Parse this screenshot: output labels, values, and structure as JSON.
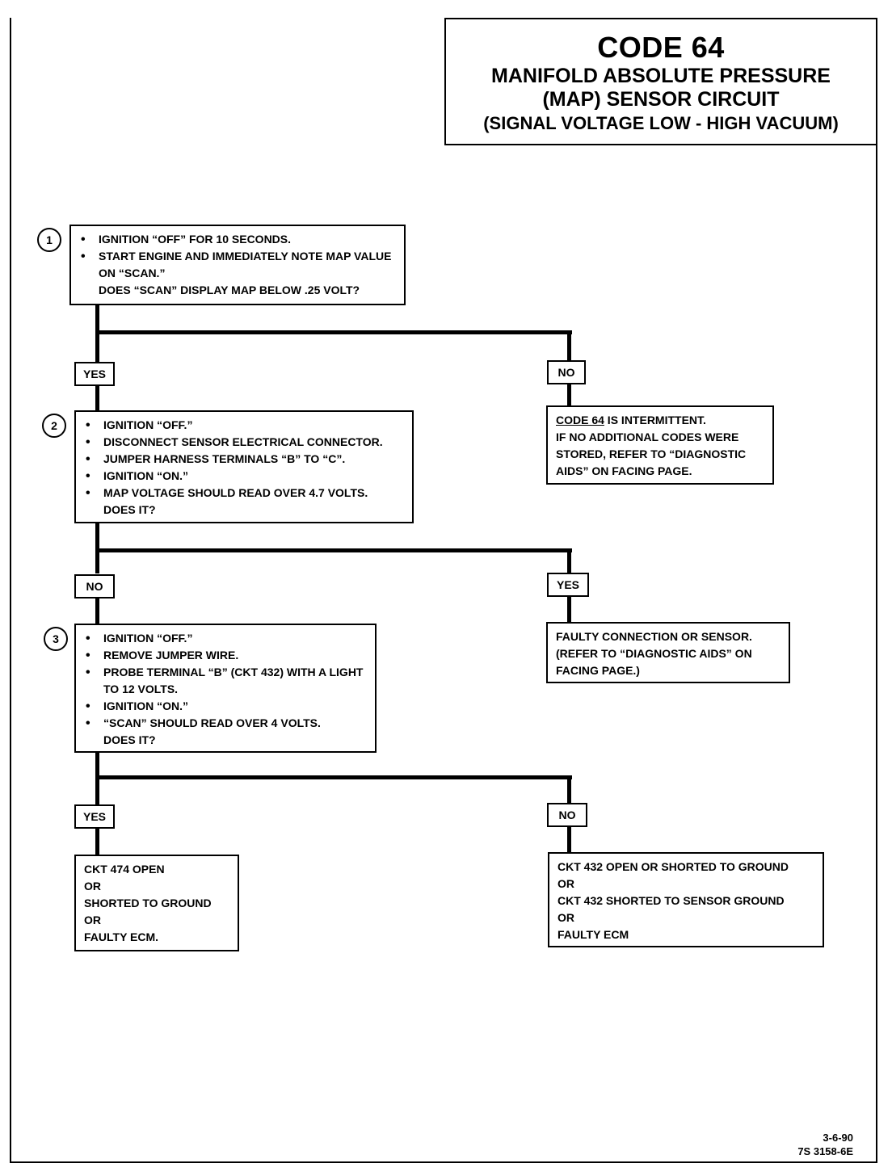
{
  "title": {
    "code": "CODE 64",
    "line1": "MANIFOLD ABSOLUTE PRESSURE",
    "line2": "(MAP) SENSOR CIRCUIT",
    "line3": "(SIGNAL VOLTAGE LOW - HIGH VACUUM)"
  },
  "steps": [
    {
      "number": "1",
      "items": [
        "IGNITION “OFF” FOR 10 SECONDS.",
        "START ENGINE AND IMMEDIATELY NOTE MAP VALUE ON “SCAN.”"
      ],
      "question": "DOES “SCAN” DISPLAY MAP BELOW .25 VOLT?"
    },
    {
      "number": "2",
      "items": [
        "IGNITION “OFF.”",
        "DISCONNECT SENSOR ELECTRICAL CONNECTOR.",
        "JUMPER HARNESS TERMINALS “B” TO “C”.",
        "IGNITION “ON.”",
        "MAP VOLTAGE SHOULD READ OVER 4.7 VOLTS."
      ],
      "question": "DOES IT?"
    },
    {
      "number": "3",
      "items": [
        "IGNITION “OFF.”",
        "REMOVE JUMPER WIRE.",
        "PROBE TERMINAL “B” (CKT 432) WITH A LIGHT TO 12 VOLTS.",
        "IGNITION “ON.”",
        "“SCAN” SHOULD READ OVER 4 VOLTS."
      ],
      "question": "DOES IT?"
    }
  ],
  "labels": {
    "s1_yes": "YES",
    "s1_no": "NO",
    "s2_no": "NO",
    "s2_yes": "YES",
    "s3_yes": "YES",
    "s3_no": "NO"
  },
  "outcomes": {
    "intermittent_code": "CODE 64",
    "intermittent_rest": " IS INTERMITTENT.",
    "intermittent_more": "IF NO ADDITIONAL CODES WERE\nSTORED, REFER TO “DIAGNOSTIC\nAIDS” ON FACING PAGE.",
    "faulty_connection": "FAULTY CONNECTION OR SENSOR.\n(REFER TO “DIAGNOSTIC AIDS” ON\nFACING PAGE.)",
    "ckt474": "CKT 474 OPEN\nOR\nSHORTED TO GROUND\nOR\nFAULTY ECM.",
    "ckt432": "CKT 432 OPEN OR SHORTED TO GROUND\nOR\nCKT 432 SHORTED TO SENSOR GROUND\nOR\nFAULTY ECM"
  },
  "footer": {
    "date": "3-6-90",
    "ref": "7S 3158-6E"
  }
}
